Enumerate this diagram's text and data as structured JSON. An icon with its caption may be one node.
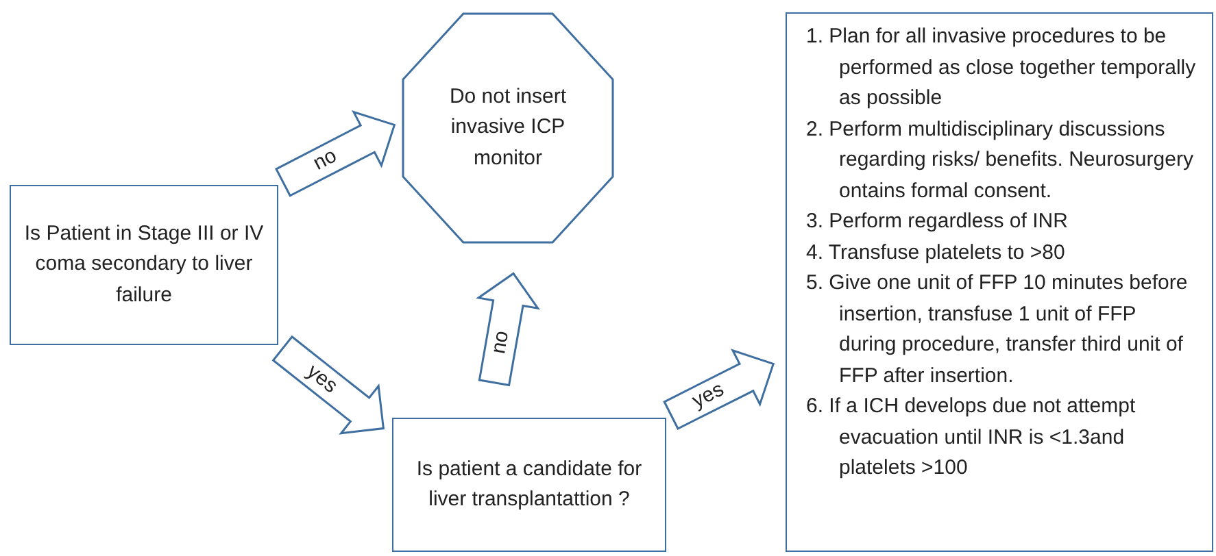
{
  "diagram": {
    "nodes": [
      {
        "text": [
          "Is Patient in Stage III or IV coma secondary to liver failure"
        ]
      },
      {
        "text": [
          "Do not insert invasive ICP monitor"
        ]
      },
      {
        "text": [
          "Is patient a candidate for liver transplantattion ?"
        ]
      },
      {
        "text": [
          "1. Plan for all invasive procedures to be performed as close together temporally as possible",
          "2. Perform multidisciplinary discussions regarding risks/ benefits.  Neurosurgery ontains formal consent.",
          "3. Perform regardless of INR",
          "4. Transfuse platelets to >80",
          "5. Give one unit of FFP 10 minutes before insertion, transfuse 1 unit of FFP during procedure, transfer third unit of FFP after insertion.",
          "6. If a ICH develops due not attempt evacuation until INR is <1.3and platelets >100"
        ]
      }
    ],
    "edges": [
      {
        "from": 0,
        "to": 1,
        "arrow": "to",
        "label": "no"
      },
      {
        "from": 0,
        "to": 2,
        "arrow": "to",
        "label": "yes"
      },
      {
        "from": 2,
        "to": 1,
        "arrow": "to",
        "label": "no"
      },
      {
        "from": 2,
        "to": 3,
        "arrow": "to",
        "label": "yes"
      }
    ]
  }
}
